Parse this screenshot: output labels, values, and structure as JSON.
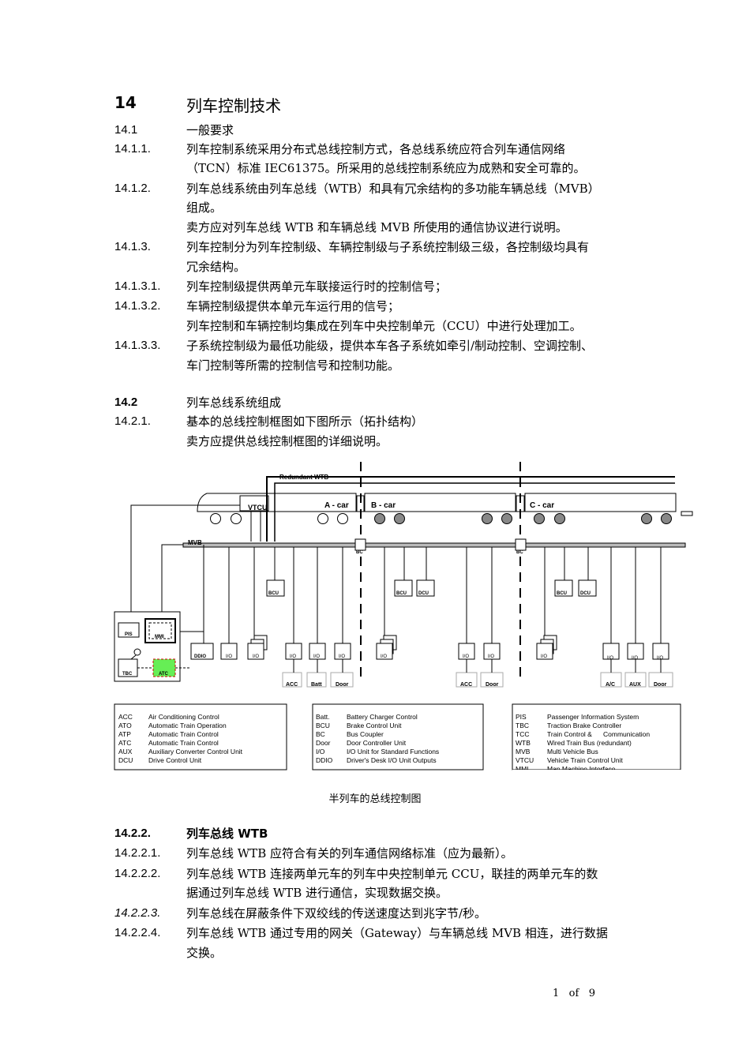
{
  "heading": {
    "number": "14",
    "title": "列车控制技术"
  },
  "lines": [
    {
      "num": "14.1",
      "text": "一般要求"
    },
    {
      "num": "14.1.1.",
      "text": "列车控制系统采用分布式总线控制方式，各总线系统应符合列车通信网络"
    },
    {
      "num": "",
      "text": "（TCN）标准 IEC61375。所采用的总线控制系统应为成熟和安全可靠的。"
    },
    {
      "num": "14.1.2.",
      "text": "列车总线系统由列车总线（WTB）和具有冗余结构的多功能车辆总线（MVB）"
    },
    {
      "num": "",
      "text": "组成。"
    },
    {
      "num": "",
      "text": "卖方应对列车总线 WTB 和车辆总线 MVB 所使用的通信协议进行说明。"
    },
    {
      "num": "14.1.3.",
      "text": "列车控制分为列车控制级、车辆控制级与子系统控制级三级，各控制级均具有"
    },
    {
      "num": "",
      "text": "冗余结构。"
    },
    {
      "num": "14.1.3.1.",
      "text": "列车控制级提供两单元车联接运行时的控制信号；"
    },
    {
      "num": "14.1.3.2.",
      "text": "车辆控制级提供本单元车运行用的信号；"
    },
    {
      "num": "",
      "text": "列车控制和车辆控制均集成在列车中央控制单元（CCU）中进行处理加工。"
    },
    {
      "num": "14.1.3.3.",
      "text": "子系统控制级为最低功能级，提供本车各子系统如牵引/制动控制、空调控制、"
    },
    {
      "num": "",
      "text": "车门控制等所需的控制信号和控制功能。"
    }
  ],
  "section2": {
    "num": "14.2",
    "text": "列车总线系统组成"
  },
  "lines2": [
    {
      "num": "14.2.1.",
      "text": "基本的总线控制框图如下图所示（拓扑结构）"
    },
    {
      "num": "",
      "text": "卖方应提供总线控制框图的详细说明。"
    }
  ],
  "diagram": {
    "redundant_wtb": "Redundant WTB",
    "vtcu": "VTCU",
    "car_a": "A - car",
    "car_b": "B - car",
    "car_c": "C - car",
    "mvb": "MVB",
    "bc": "BC",
    "bcu": "BCU",
    "dcu": "DCU",
    "pis": "PIS",
    "mmi": "MMI",
    "tbc": "TBC",
    "atc": "ATC",
    "ddio": "DDIO",
    "io": "I/O",
    "acc": "ACC",
    "batt": "Batt",
    "door": "Door",
    "ac": "A/C",
    "aux": "AUX",
    "atc_color": "#66ee55",
    "legend1": [
      [
        "ACC",
        "Air Conditioning Control"
      ],
      [
        "ATO",
        "Automatic Train Operation"
      ],
      [
        "ATP",
        "Automatic Train Control"
      ],
      [
        "ATC",
        "Automatic Train Control"
      ],
      [
        "AUX",
        "Auxiliary Converter Control Unit"
      ],
      [
        "DCU",
        "Drive Control Unit"
      ]
    ],
    "legend2": [
      [
        "Batt.",
        "Battery Charger Control"
      ],
      [
        "BCU",
        "Brake Control Unit"
      ],
      [
        "BC",
        "Bus Coupler"
      ],
      [
        "Door",
        "Door Controller Unit"
      ],
      [
        "I/O",
        "I/O Unit for Standard Functions"
      ],
      [
        "DDIO",
        "Driver's Desk I/O Unit Outputs"
      ]
    ],
    "legend3": [
      [
        "PIS",
        "Passenger Information System"
      ],
      [
        "TBC",
        "Traction Brake Controller"
      ],
      [
        "TCC",
        "Train Control &      Communication"
      ],
      [
        "WTB",
        "Wired Train Bus (redundant)"
      ],
      [
        "MVB",
        "Multi Vehicle Bus"
      ],
      [
        "VTCU",
        "Vehicle Train Control Unit"
      ],
      [
        "MMI",
        "Man Machine Interface"
      ]
    ]
  },
  "caption": "半列车的总线控制图",
  "section3": {
    "num": "14.2.2.",
    "text": "列车总线  WTB"
  },
  "lines3": [
    {
      "num": "14.2.2.1.",
      "text": "列车总线 WTB 应符合有关的列车通信网络标准（应为最新）。"
    },
    {
      "num": "14.2.2.2.",
      "text": "列车总线 WTB 连接两单元车的列车中央控制单元 CCU，联挂的两单元车的数"
    },
    {
      "num": "",
      "text": "据通过列车总线 WTB 进行通信，实现数据交换。"
    },
    {
      "num": "14.2.2.3.",
      "text": "列车总线在屏蔽条件下双绞线的传送速度达到兆字节/秒。"
    },
    {
      "num": "14.2.2.4.",
      "text": "列车总线 WTB 通过专用的网关（Gateway）与车辆总线 MVB 相连，进行数据"
    },
    {
      "num": "",
      "text": "交换。"
    }
  ],
  "footer": "1   of   9"
}
